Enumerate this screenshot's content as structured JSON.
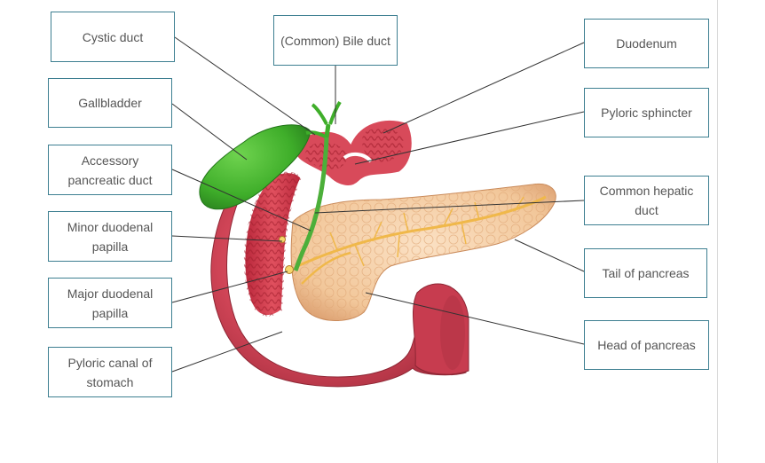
{
  "labels": {
    "cystic_duct": "Cystic duct",
    "common_bile_duct": "(Common) Bile duct",
    "duodenum": "Duodenum",
    "gallbladder": "Gallbladder",
    "pyloric_sphincter": "Pyloric sphincter",
    "accessory_pancreatic_duct": "Accessory pancreatic duct",
    "common_hepatic_duct": "Common hepatic duct",
    "minor_duodenal_papilla": "Minor duodenal papilla",
    "tail_of_pancreas": "Tail of pancreas",
    "major_duodenal_papilla": "Major duodenal papilla",
    "head_of_pancreas": "Head of pancreas",
    "pyloric_canal": "Pyloric canal of stomach"
  },
  "colors": {
    "box_border": "#3d7f91",
    "leader_line": "#333333",
    "gallbladder": "#3fae2a",
    "duodenum": "#d84a5a",
    "pancreas": "#f2c79a"
  }
}
